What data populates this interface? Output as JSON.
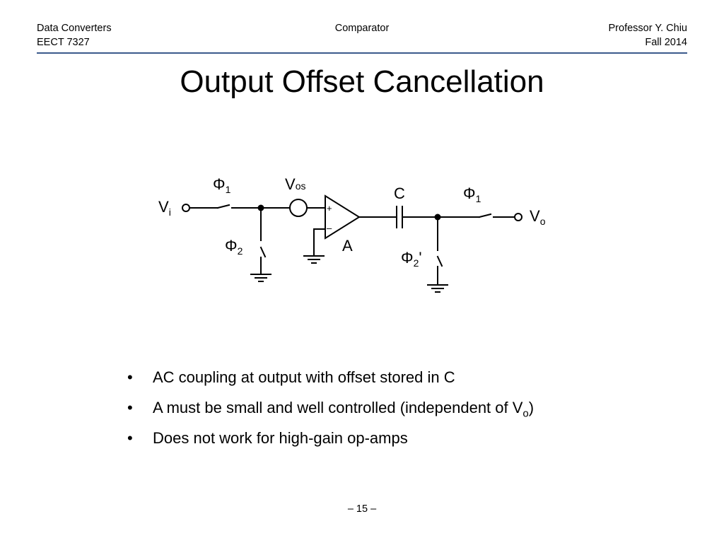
{
  "header": {
    "course": "Data Converters",
    "code": "EECT 7327",
    "topic": "Comparator",
    "instructor": "Professor Y. Chiu",
    "term": "Fall 2014"
  },
  "title": "Output Offset Cancellation",
  "circuit": {
    "input": {
      "base": "V",
      "sub": "i"
    },
    "switch_in": {
      "base": "Φ",
      "sub": "1"
    },
    "switch_shunt_in": {
      "base": "Φ",
      "sub": "2"
    },
    "offset_source": {
      "base": "V",
      "sub": "os"
    },
    "amp_plus": "+",
    "amp_minus": "–",
    "amp_label": "A",
    "capacitor_label": "C",
    "switch_out": {
      "base": "Φ",
      "sub": "1"
    },
    "switch_shunt_out": {
      "base": "Φ",
      "sub": "2",
      "suffix": "'"
    },
    "output": {
      "base": "V",
      "sub": "o"
    }
  },
  "bullets": [
    {
      "text": "AC coupling at output with offset stored in C"
    },
    {
      "text": "A must be small and well controlled (independent of V",
      "sub": "o",
      "tail": ")"
    },
    {
      "text": "Does not work for high-gain op-amps"
    }
  ],
  "bullet_marker": "•",
  "page_number": "– 15 –",
  "colors": {
    "rule": "#3b5a8c"
  }
}
